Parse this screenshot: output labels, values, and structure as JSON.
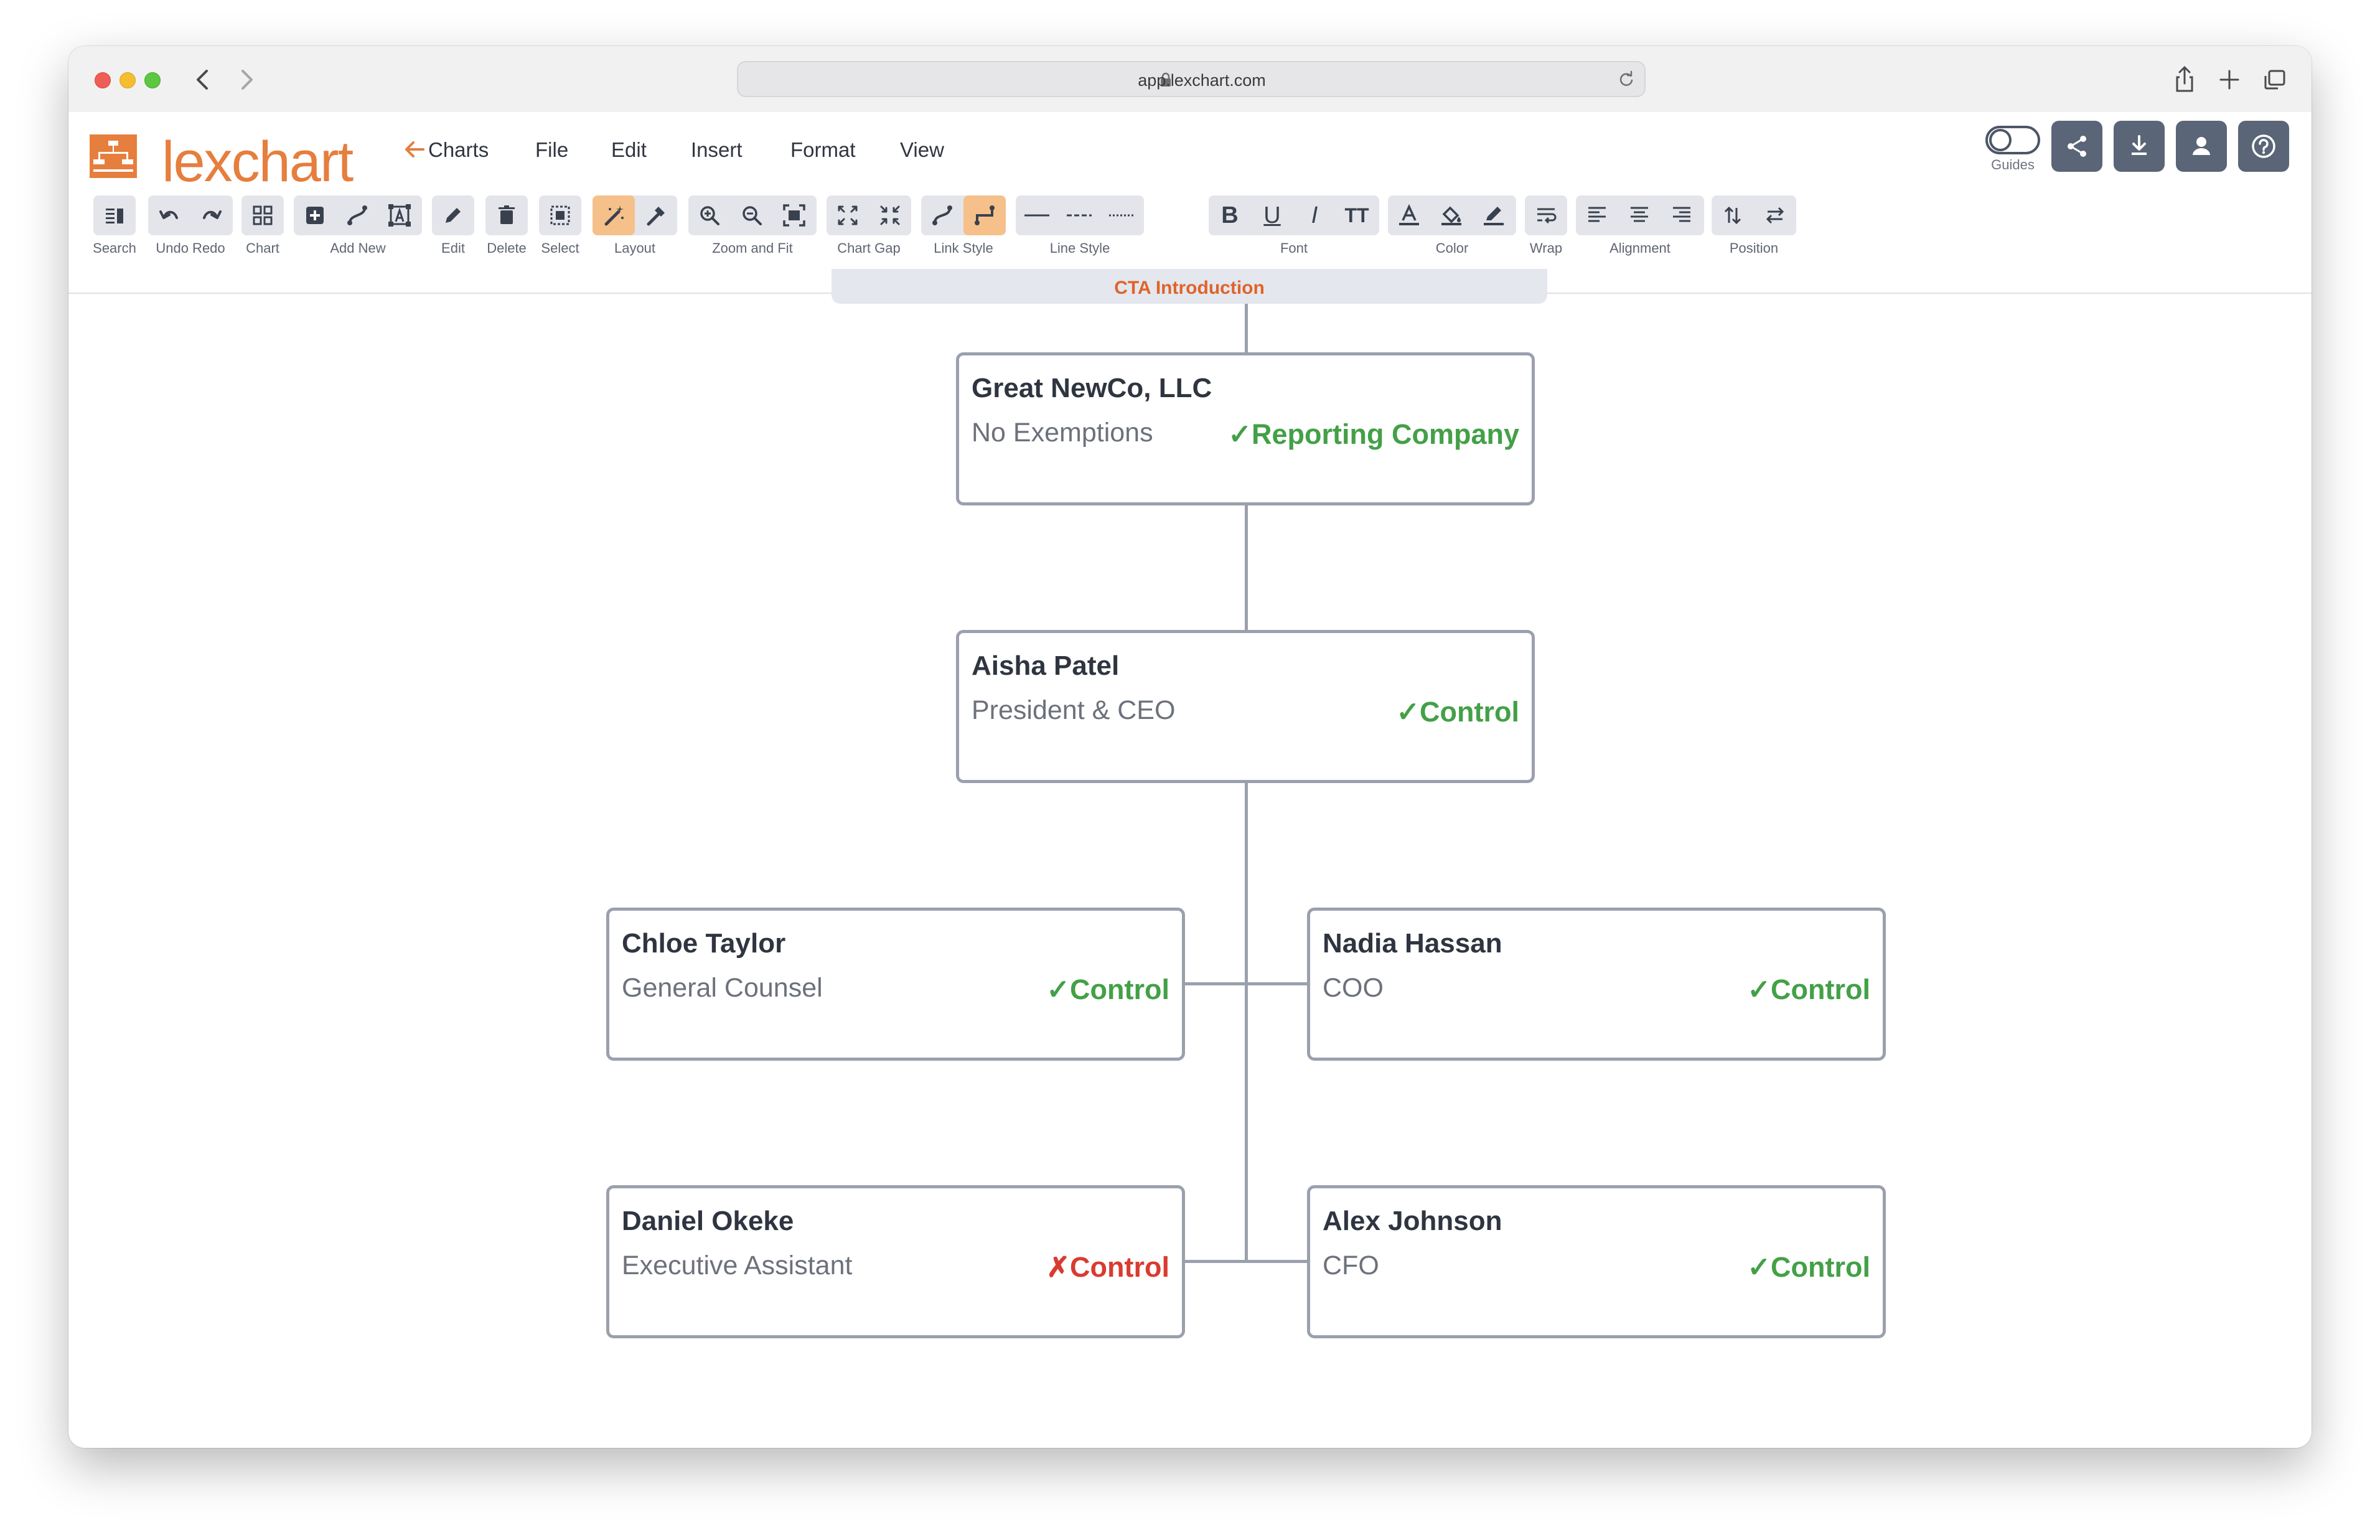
{
  "browser": {
    "url": "app.lexchart.com"
  },
  "app": {
    "logo_text": "lexchart",
    "menu": [
      "Charts",
      "File",
      "Edit",
      "Insert",
      "Format",
      "View"
    ],
    "guides_label": "Guides"
  },
  "toolbar": {
    "labels": {
      "search": "Search",
      "undo_redo": "Undo Redo",
      "chart": "Chart",
      "add_new": "Add New",
      "edit": "Edit",
      "delete": "Delete",
      "select": "Select",
      "layout": "Layout",
      "zoom_fit": "Zoom and Fit",
      "chart_gap": "Chart Gap",
      "link_style": "Link Style",
      "line_style": "Line Style",
      "font": "Font",
      "color": "Color",
      "wrap": "Wrap",
      "alignment": "Alignment",
      "position": "Position"
    },
    "font_buttons": [
      "B",
      "U",
      "I",
      "TT"
    ]
  },
  "chart": {
    "tab_label": "CTA Introduction",
    "nodes": [
      {
        "name": "Great NewCo, LLC",
        "title": "No Exemptions",
        "status_mark": "✓",
        "status_text": "Reporting Company",
        "status": "ok"
      },
      {
        "name": "Aisha Patel",
        "title": "President & CEO",
        "status_mark": "✓",
        "status_text": "Control",
        "status": "ok"
      },
      {
        "name": "Chloe Taylor",
        "title": "General Counsel",
        "status_mark": "✓",
        "status_text": "Control",
        "status": "ok"
      },
      {
        "name": "Nadia Hassan",
        "title": "COO",
        "status_mark": "✓",
        "status_text": "Control",
        "status": "ok"
      },
      {
        "name": "Daniel Okeke",
        "title": "Executive Assistant",
        "status_mark": "✗",
        "status_text": "Control",
        "status": "no"
      },
      {
        "name": "Alex Johnson",
        "title": "CFO",
        "status_mark": "✓",
        "status_text": "Control",
        "status": "ok"
      }
    ]
  },
  "colors": {
    "brand": "#e67e3d",
    "ok": "#43a047",
    "no": "#d93b30",
    "header_button": "#5a6577"
  }
}
